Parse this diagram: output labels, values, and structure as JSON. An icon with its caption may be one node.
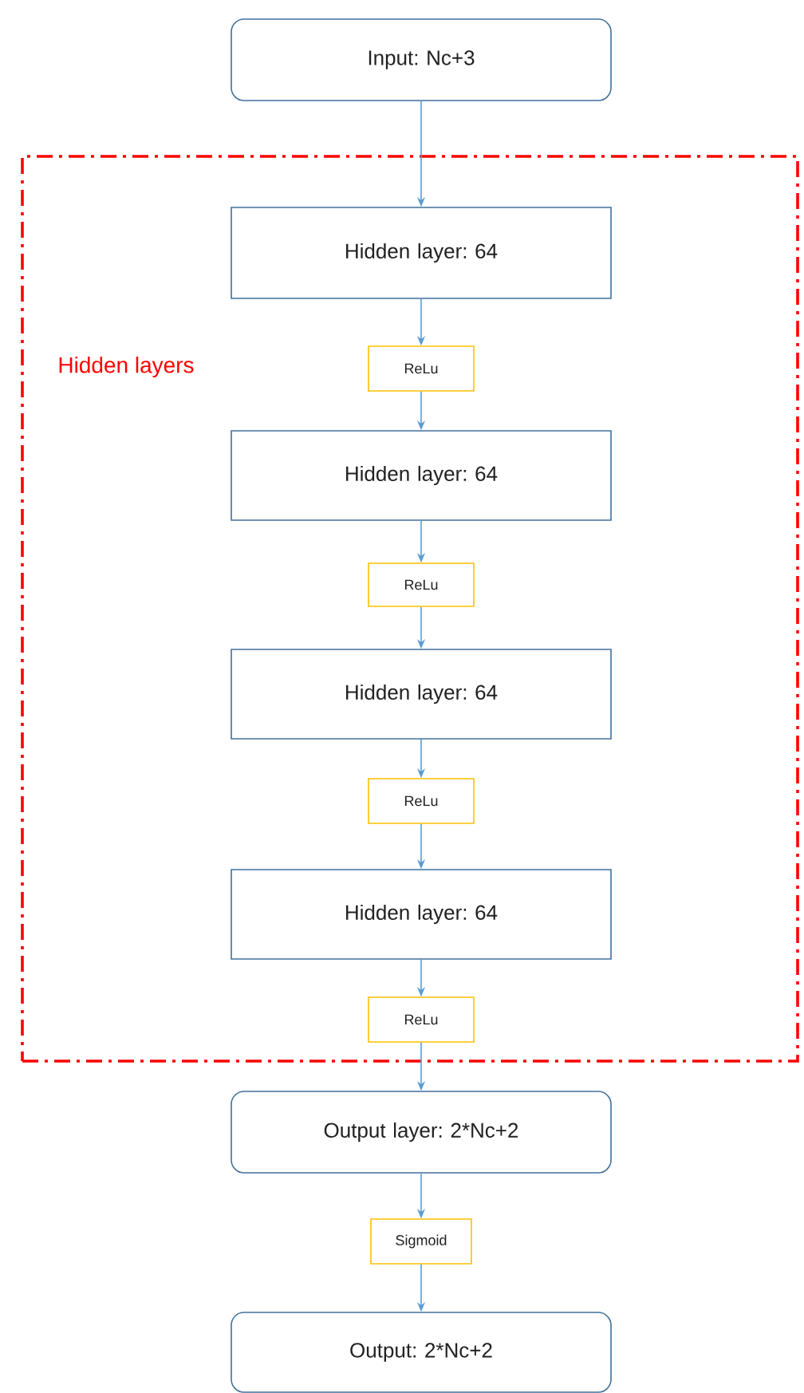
{
  "diagram": {
    "nodes": [
      {
        "text": [
          "Input: Nc+3"
        ]
      },
      {
        "text": [
          "Hidden layers"
        ]
      },
      {
        "text": [
          "Hidden layer: 64"
        ],
        "in": 1
      },
      {
        "text": [
          "ReLu"
        ],
        "in": 1
      },
      {
        "text": [
          "Hidden layer: 64"
        ],
        "in": 1
      },
      {
        "text": [
          "ReLu"
        ],
        "in": 1
      },
      {
        "text": [
          "Hidden layer: 64"
        ],
        "in": 1
      },
      {
        "text": [
          "ReLu"
        ],
        "in": 1
      },
      {
        "text": [
          "Hidden layer: 64"
        ],
        "in": 1
      },
      {
        "text": [
          "ReLu"
        ],
        "in": 1
      },
      {
        "text": [
          "Output layer: 2*Nc+2"
        ]
      },
      {
        "text": [
          "Sigmoid"
        ]
      },
      {
        "text": [
          "Output: 2*Nc+2"
        ]
      }
    ],
    "edges": [
      {
        "from": 0,
        "to": 2,
        "arrow": "to"
      },
      {
        "from": 2,
        "to": 3,
        "arrow": "to"
      },
      {
        "from": 3,
        "to": 4,
        "arrow": "to"
      },
      {
        "from": 4,
        "to": 5,
        "arrow": "to"
      },
      {
        "from": 5,
        "to": 6,
        "arrow": "to"
      },
      {
        "from": 6,
        "to": 7,
        "arrow": "to"
      },
      {
        "from": 7,
        "to": 8,
        "arrow": "to"
      },
      {
        "from": 8,
        "to": 9,
        "arrow": "to"
      },
      {
        "from": 9,
        "to": 10,
        "arrow": "to"
      },
      {
        "from": 10,
        "to": 11,
        "arrow": "to"
      },
      {
        "from": 11,
        "to": 12,
        "arrow": "to"
      }
    ]
  }
}
